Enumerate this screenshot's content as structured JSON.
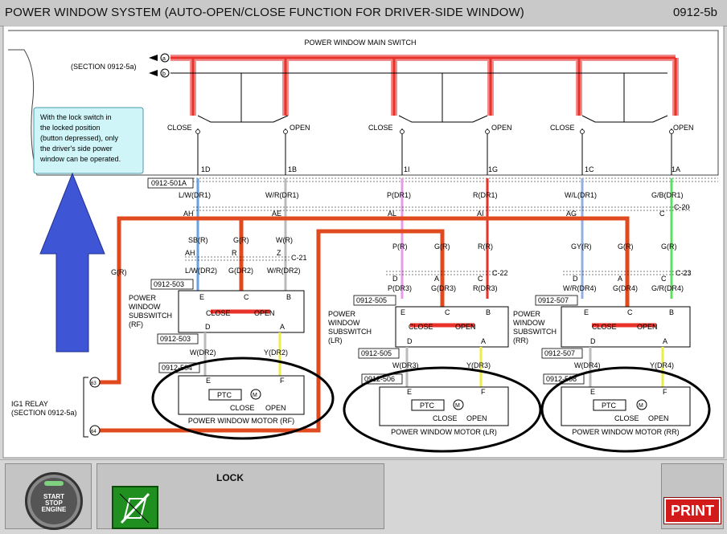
{
  "header": {
    "title": "POWER WINDOW SYSTEM (AUTO-OPEN/CLOSE FUNCTION FOR DRIVER-SIDE WINDOW)",
    "code": "0912-5b"
  },
  "diagram": {
    "main_switch_title": "POWER WINDOW MAIN SWITCH",
    "section_ref": "(SECTION 0912-5a)",
    "term_a": "a",
    "term_b": "b",
    "note": [
      "With the lock switch in",
      "the locked position",
      "(button depressed), only",
      "the driver's side power",
      "window can be operated."
    ],
    "close": "CLOSE",
    "open": "OPEN",
    "pins": [
      "1D",
      "1B",
      "1I",
      "1G",
      "1C",
      "1A"
    ],
    "conn_501a": "0912-501A",
    "dr1": [
      "L/W(DR1)",
      "W/R(DR1)",
      "P(DR1)",
      "R(DR1)",
      "W/L(DR1)",
      "G/B(DR1)"
    ],
    "joint20": [
      "AH",
      "AE",
      "AL",
      "AI",
      "AG",
      "C"
    ],
    "c20": "C-20",
    "gr_left": "G(R)",
    "rf": {
      "upper": [
        "SB(R)",
        "G(R)",
        "W(R)"
      ],
      "joint": [
        "AH",
        "R",
        "Z"
      ],
      "conn_label": "C-21",
      "dr2": [
        "L/W(DR2)",
        "G(DR2)",
        "W/R(DR2)"
      ],
      "conn": "0912-503",
      "pins": [
        "E",
        "C",
        "B",
        "D",
        "A"
      ],
      "name": [
        "POWER",
        "WINDOW",
        "SUBSWITCH",
        "(RF)"
      ],
      "conn2": "0912-503",
      "dr2b": [
        "W(DR2)",
        "Y(DR2)"
      ],
      "conn3": "0912-504",
      "motor": "POWER WINDOW MOTOR (RF)"
    },
    "lr": {
      "upper": [
        "P(R)",
        "G(R)",
        "R(R)"
      ],
      "joint": [
        "D",
        "A",
        "C"
      ],
      "conn_label": "C-22",
      "dr3": [
        "P(DR3)",
        "G(DR3)",
        "R(DR3)"
      ],
      "conn": "0912-505",
      "pins": [
        "E",
        "C",
        "B",
        "D",
        "A"
      ],
      "name": [
        "POWER",
        "WINDOW",
        "SUBSWITCH",
        "(LR)"
      ],
      "conn2": "0912-505",
      "dr3b": [
        "W(DR3)",
        "Y(DR3)"
      ],
      "conn3": "0912-506",
      "motor": "POWER WINDOW MOTOR (LR)"
    },
    "rr": {
      "upper": [
        "GY(R)",
        "G(R)",
        "G(R)"
      ],
      "joint": [
        "D",
        "A",
        "C"
      ],
      "conn_label": "C-23",
      "dr4": [
        "W/R(DR4)",
        "G(DR4)",
        "G/R(DR4)"
      ],
      "conn": "0912-507",
      "pins": [
        "E",
        "C",
        "B",
        "D",
        "A"
      ],
      "name": [
        "POWER",
        "WINDOW",
        "SUBSWITCH",
        "(RR)"
      ],
      "conn2": "0912-507",
      "dr4b": [
        "W(DR4)",
        "Y(DR4)"
      ],
      "conn3": "0912-508",
      "motor": "POWER WINDOW MOTOR (RR)"
    },
    "ptc": "PTC",
    "motor_sym": "M",
    "ef": [
      "E",
      "F"
    ],
    "ig1": [
      "IG1 RELAY",
      "(SECTION 0912-5a)"
    ],
    "relay_pins": [
      "63",
      "64"
    ]
  },
  "controls": {
    "start_stop": [
      "START",
      "STOP",
      "ENGINE"
    ],
    "lock_label": "LOCK",
    "print": "PRINT"
  },
  "colors": {
    "red_wire": "#e8322a",
    "orange_wire": "#e04a1e",
    "blue_arrow": "#3e55d6",
    "note_bg": "#cff5f8"
  },
  "icons": {
    "lock": "lock-icon",
    "arrow": "up-arrow-icon"
  }
}
